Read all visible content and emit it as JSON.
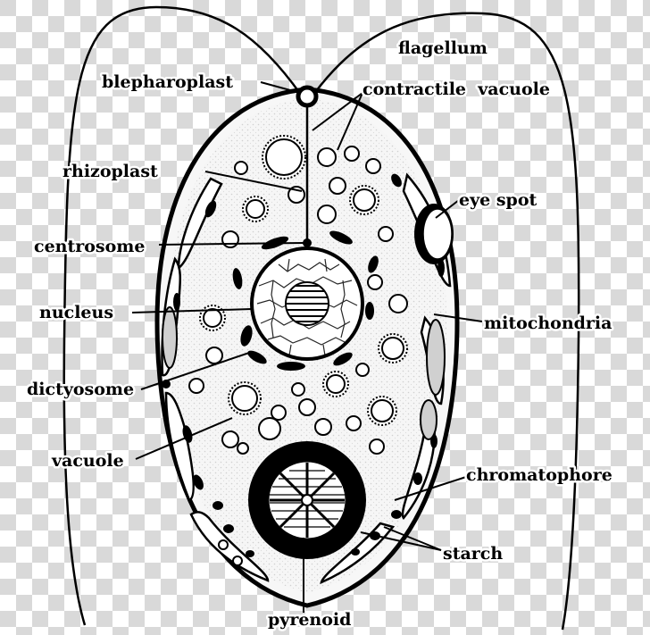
{
  "labels": {
    "flagellum": "flagellum",
    "blepharoplast": "blepharoplast",
    "contractile_vacuole": "contractile  vacuole",
    "rhizoplast": "rhizoplast",
    "eye_spot": "eye spot",
    "centrosome": "centrosome",
    "nucleus": "nucleus",
    "mitochondria": "mitochondria",
    "dictyosome": "dictyosome",
    "vacuole": "vacuole",
    "chromatophore": "chromatophore",
    "starch": "starch",
    "pyrenoid": "pyrenoid"
  },
  "colors": {
    "ink": "#000000",
    "paper": "#ffffff",
    "checker_light": "#ffffff",
    "checker_dark": "#d9d9d9",
    "cytoplasm": "#eeeeee",
    "stipple": "#b0b0b0"
  }
}
